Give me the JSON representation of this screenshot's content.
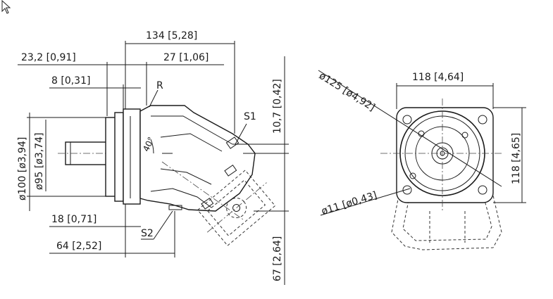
{
  "dimensions": {
    "total_length": "134 [5,28]",
    "flange_to_shaft": "23,2 [0,91]",
    "port_offset": "27 [1,06]",
    "flange_thickness": "8 [0,31]",
    "radius_label": "R",
    "angle": "40°",
    "port_s1": "S1",
    "port_s2": "S2",
    "height_10_7": "10,7 [0,42]",
    "dia_100": "ø100 [ø3,94]",
    "dia_95": "ø95 [ø3,74]",
    "len_18": "18 [0,71]",
    "len_64": "64 [2,52]",
    "height_67": "67 [2,64]",
    "width_118_top": "118 [4,64]",
    "height_118_right": "118 [4,65]",
    "dia_125": "ø125 [ø4,92]",
    "dia_11": "ø11 [ø0,43]"
  }
}
